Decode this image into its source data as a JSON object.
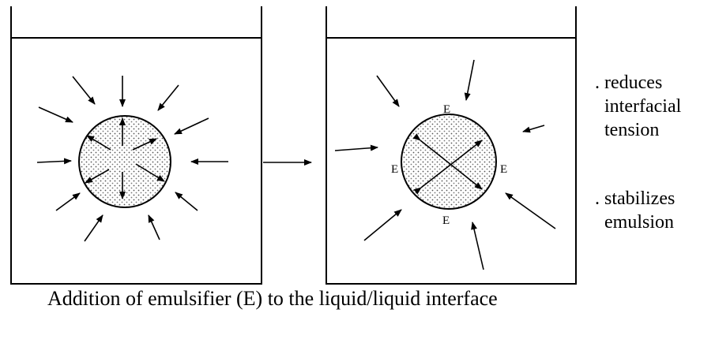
{
  "notes": {
    "reduces": ". reduces\n  interfacial\n  tension",
    "stabilizes": ". stabilizes\n  emulsion"
  },
  "emulsifier_labels": {
    "top": "E",
    "left": "E",
    "right": "E",
    "bottom": "E"
  },
  "caption": "Addition of emulsifier (E) to the liquid/liquid interface"
}
